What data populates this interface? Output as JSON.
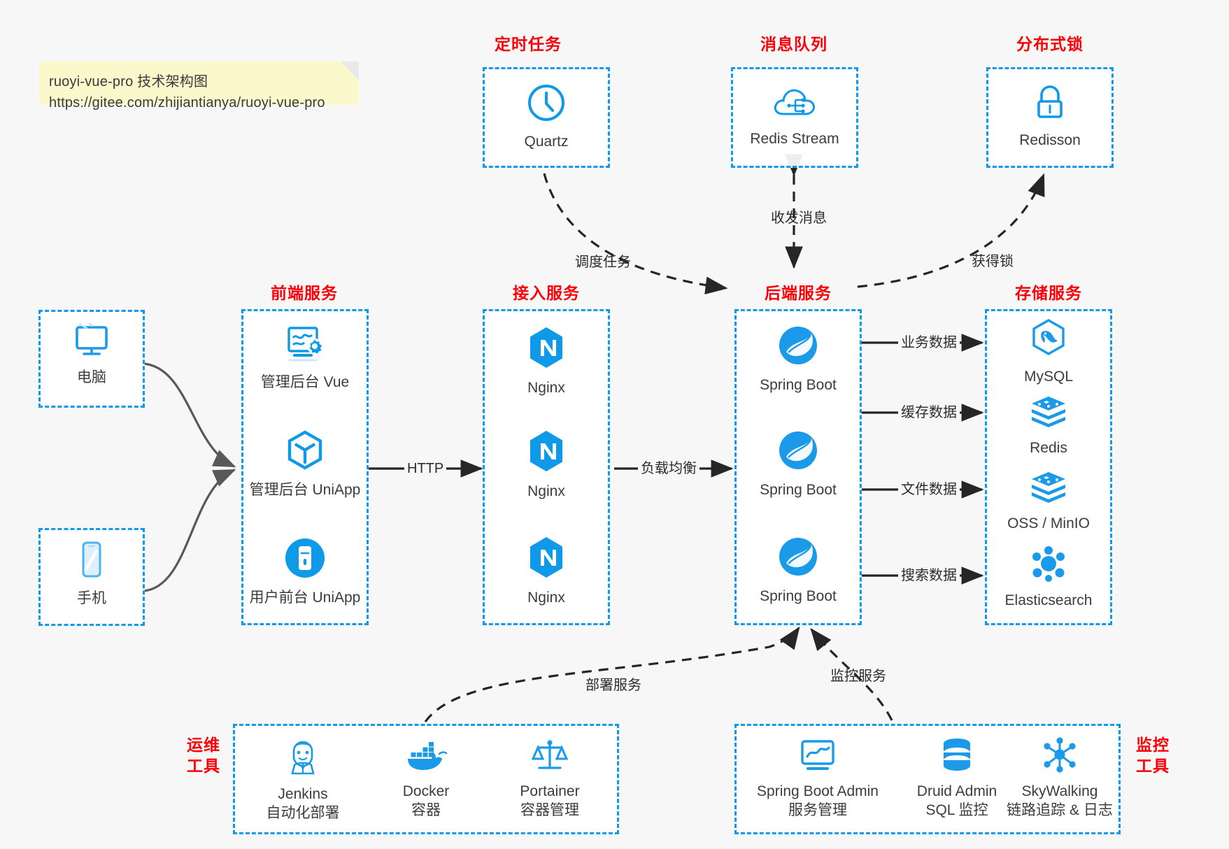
{
  "note": {
    "line1": "ruoyi-vue-pro 技术架构图",
    "line2": "https://gitee.com/zhijiantianya/ruoyi-vue-pro"
  },
  "colors": {
    "accent_blue": "#0e9ae8",
    "title_red": "#fb0007",
    "arrow_dark": "#262626",
    "arrow_grey": "#59595b",
    "background": "#f7f7f7",
    "note_yellow": "#fbf8cc"
  },
  "groups": {
    "scheduled_task": {
      "title": "定时任务",
      "nodes": [
        {
          "label": "Quartz",
          "icon": "clock-icon"
        }
      ]
    },
    "message_queue": {
      "title": "消息队列",
      "nodes": [
        {
          "label": "Redis Stream",
          "icon": "cloud-stream-icon"
        }
      ]
    },
    "distributed_lock": {
      "title": "分布式锁",
      "nodes": [
        {
          "label": "Redisson",
          "icon": "lock-icon"
        }
      ]
    },
    "clients": {
      "nodes": [
        {
          "label": "电脑",
          "icon": "desktop-monitor-icon"
        },
        {
          "label": "手机",
          "icon": "mobile-phone-icon"
        }
      ]
    },
    "frontend": {
      "title": "前端服务",
      "nodes": [
        {
          "label": "管理后台 Vue",
          "icon": "dashboard-gear-icon"
        },
        {
          "label": "管理后台 UniApp",
          "icon": "cube-icon"
        },
        {
          "label": "用户前台 UniApp",
          "icon": "app-circle-icon"
        }
      ]
    },
    "gateway": {
      "title": "接入服务",
      "nodes": [
        {
          "label": "Nginx",
          "icon": "nginx-icon"
        },
        {
          "label": "Nginx",
          "icon": "nginx-icon"
        },
        {
          "label": "Nginx",
          "icon": "nginx-icon"
        }
      ]
    },
    "backend": {
      "title": "后端服务",
      "nodes": [
        {
          "label": "Spring Boot",
          "icon": "spring-leaf-icon"
        },
        {
          "label": "Spring Boot",
          "icon": "spring-leaf-icon"
        },
        {
          "label": "Spring Boot",
          "icon": "spring-leaf-icon"
        }
      ]
    },
    "storage": {
      "title": "存储服务",
      "nodes": [
        {
          "label": "MySQL",
          "icon": "mysql-dolphin-icon"
        },
        {
          "label": "Redis",
          "icon": "redis-stack-icon"
        },
        {
          "label": "OSS / MinIO",
          "icon": "oss-stack-icon"
        },
        {
          "label": "Elasticsearch",
          "icon": "elasticsearch-icon"
        }
      ]
    },
    "devops": {
      "title": "运维\n工具",
      "title_line1": "运维",
      "title_line2": "工具",
      "nodes": [
        {
          "label": "Jenkins",
          "sub": "自动化部署",
          "icon": "jenkins-butler-icon"
        },
        {
          "label": "Docker",
          "sub": "容器",
          "icon": "docker-whale-icon"
        },
        {
          "label": "Portainer",
          "sub": "容器管理",
          "icon": "portainer-scale-icon"
        }
      ]
    },
    "monitoring": {
      "title_line1": "监控",
      "title_line2": "工具",
      "nodes": [
        {
          "label": "Spring Boot Admin",
          "sub": "服务管理",
          "icon": "chart-monitor-icon"
        },
        {
          "label": "Druid Admin",
          "sub": "SQL 监控",
          "icon": "database-cylinder-icon"
        },
        {
          "label": "SkyWalking",
          "sub": "链路追踪 & 日志",
          "icon": "skywalking-network-icon"
        }
      ]
    }
  },
  "edges": {
    "http": "HTTP",
    "load_balance": "负载均衡",
    "schedule_task": "调度任务",
    "send_receive_message": "收发消息",
    "acquire_lock": "获得锁",
    "business_data": "业务数据",
    "cache_data": "缓存数据",
    "file_data": "文件数据",
    "search_data": "搜索数据",
    "deploy_service": "部署服务",
    "monitor_service": "监控服务"
  }
}
